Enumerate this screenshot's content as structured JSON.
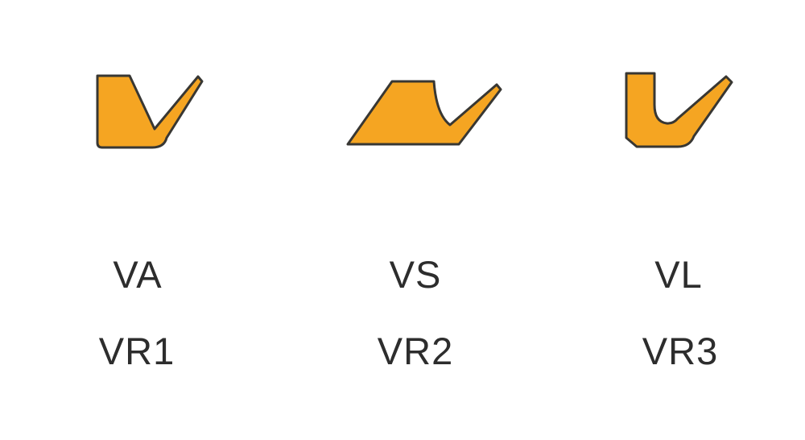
{
  "colors": {
    "background": "#ffffff",
    "shape_fill": "#F5A522",
    "shape_stroke": "#383733",
    "label_text": "#2d2d2d"
  },
  "items": [
    {
      "icon": "va-seal-profile-icon",
      "type_label": "VA",
      "series_label": "VR1"
    },
    {
      "icon": "vs-seal-profile-icon",
      "type_label": "VS",
      "series_label": "VR2"
    },
    {
      "icon": "vl-seal-profile-icon",
      "type_label": "VL",
      "series_label": "VR3"
    }
  ]
}
